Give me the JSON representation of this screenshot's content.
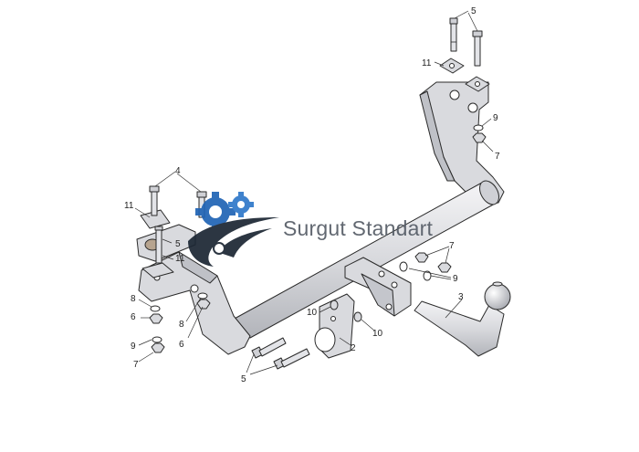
{
  "brand": {
    "name": "Surgut Standart",
    "colors": {
      "blue": "#1f63b5",
      "dark": "#1b2633",
      "text": "#555c66"
    }
  },
  "part_colors": {
    "metal": "#d9dade",
    "metal_shade": "#b4b6bd",
    "outline": "#2a2a2a"
  },
  "labels": {
    "l5_top": "5",
    "l11_top": "11",
    "l9_top": "9",
    "l7_top": "7",
    "l4": "4",
    "l11_left": "11",
    "l5_mid": "5",
    "l11_mid": "11",
    "l8_left": "8",
    "l6_left": "6",
    "l8_mid": "8",
    "l6_mid": "6",
    "l9_left": "9",
    "l7_left": "7",
    "l7_right": "7",
    "l9_right": "9",
    "l3": "3",
    "l10_a": "10",
    "l10_b": "10",
    "l2": "2",
    "l5_bottom": "5"
  }
}
